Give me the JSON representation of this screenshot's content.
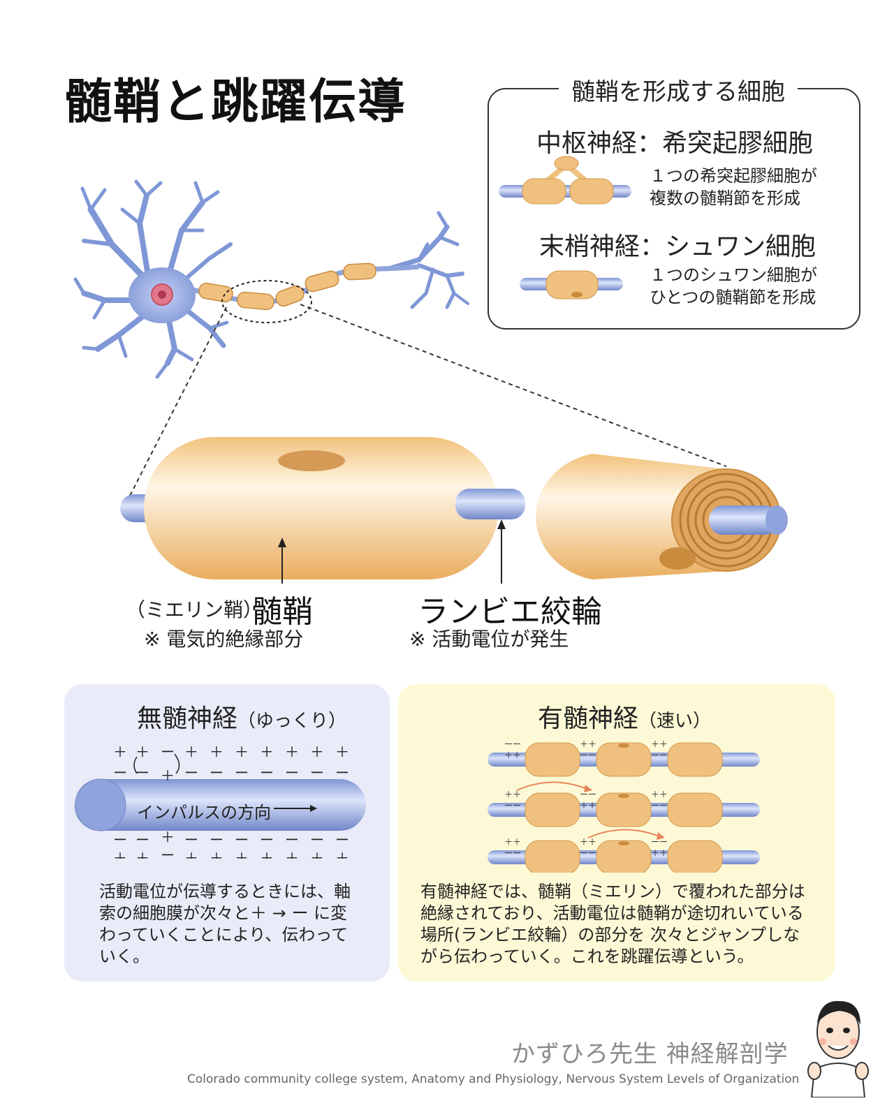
{
  "title": "髄鞘と跳躍伝導",
  "cells": {
    "heading": "髄鞘を形成する細胞",
    "cns": {
      "title": "中枢神経：希突起膠細胞",
      "desc_line1": "１つの希突起膠細胞が",
      "desc_line2": "複数の髄鞘節を形成"
    },
    "pns": {
      "title": "末梢神経：シュワン細胞",
      "desc_line1": "１つのシュワン細胞が",
      "desc_line2": "ひとつの髄鞘節を形成"
    }
  },
  "labels": {
    "myelin_prefix": "（ミエリン鞘）",
    "myelin": "髄鞘",
    "myelin_note": "※ 電気的絶縁部分",
    "node": "ランビエ絞輪",
    "node_note": "※ 活動電位が発生"
  },
  "unmyelinated": {
    "title": "無髄神経",
    "subtitle": "（ゆっくり）",
    "impulse_label": "インパルスの方向",
    "text": "活動電位が伝導するときには、軸索の細胞膜が次々と＋ → ー に変わっていくことにより、伝わっていく。"
  },
  "myelinated": {
    "title": "有髄神経",
    "subtitle": "（速い）",
    "text": "有髄神経では、髄鞘（ミエリン）で覆われた部分は絶縁されており、活動電位は髄鞘が途切れいている場所(ランビエ絞輪）の部分を 次々とジャンプしながら伝わっていく。これを跳躍伝導という。"
  },
  "footer": {
    "title": "かずひろ先生 神経解剖学",
    "credit": "Colorado community college system, Anatomy and Physiology, Nervous System Levels of Organization"
  },
  "colors": {
    "axon": "#8fa3dc",
    "myelin": "#f0c07e",
    "neuron": "#7f97d6",
    "left_panel": "#e9ecf8",
    "right_panel": "#fdf9d6"
  },
  "icons": [
    "neuron-illustration",
    "oligodendrocyte-icon",
    "schwann-cell-icon",
    "myelinated-axon-illustration",
    "avatar-teacher"
  ]
}
